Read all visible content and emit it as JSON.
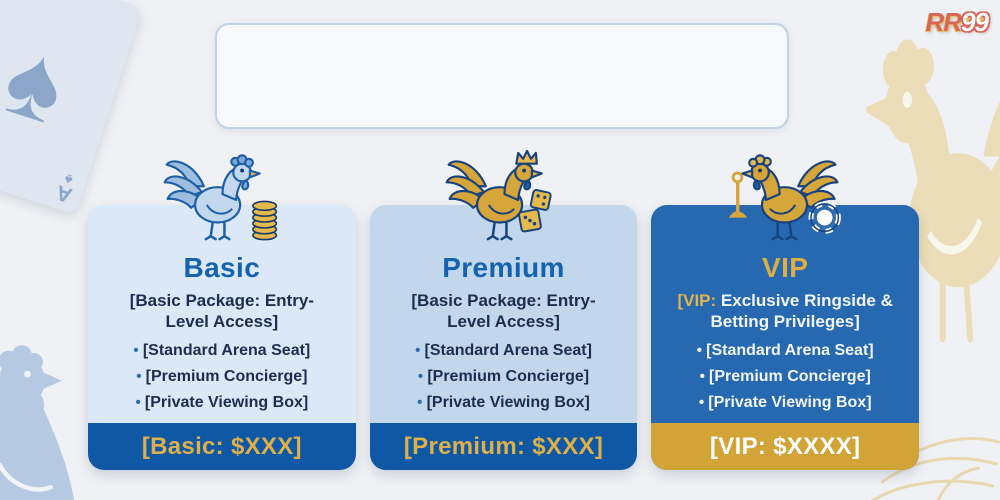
{
  "logo": {
    "part1": "RR",
    "part2": "99",
    "star_glyph": "★"
  },
  "colors": {
    "page_background": "#f0f1f4",
    "royal_blue_footer": "#0f58a5",
    "gold": "#d2a336",
    "gold_text": "#ddb04a",
    "title_blue": "#1563ae",
    "navy_text": "#1e2d4f",
    "basic_card_bg": "#dae8f7",
    "premium_card_bg": "#c2d7ec",
    "vip_card_bg": "#2769b1",
    "vip_title_gold": "#dcae45",
    "logo_red": "#cf4433"
  },
  "header_panel": {
    "content": ""
  },
  "cards": [
    {
      "name": "basic",
      "icon": "rooster-coins-icon",
      "title": "Basic",
      "subtitle": "[Basic Package: Entry-Level Access]",
      "features": [
        "[Standard Arena Seat]",
        "[Premium Concierge]",
        "[Private Viewing Box]"
      ],
      "price": "[Basic: $XXX]"
    },
    {
      "name": "premium",
      "icon": "rooster-dice-icon",
      "title": "Premium",
      "subtitle": "[Basic Package: Entry-Level Access]",
      "features": [
        "[Standard Arena Seat]",
        "[Premium Concierge]",
        "[Private Viewing Box]"
      ],
      "price": "[Premium: $XXX]"
    },
    {
      "name": "vip",
      "icon": "rooster-chip-icon",
      "title": "VIP",
      "subtitle_prefix": "[VIP:",
      "subtitle_rest": "Exclusive Ringside & Betting Privileges]",
      "features": [
        "[Standard Arena Seat]",
        "[Premium Concierge]",
        "[Private Viewing Box]"
      ],
      "price": "[VIP: $XXXX]"
    }
  ],
  "decorations": {
    "ace_card": {
      "rank": "A",
      "suit": "♠"
    },
    "left_decoration": "rooster-silhouette",
    "right_decoration": "rooster-outline",
    "bottom_right_decoration": "feather-lineart"
  }
}
